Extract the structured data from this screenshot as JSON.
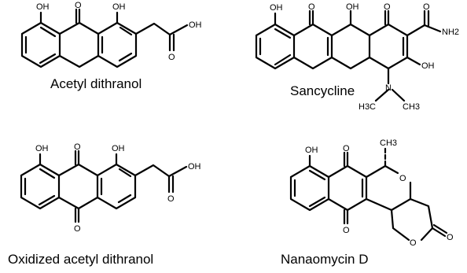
{
  "molecules": [
    {
      "name": "Acetyl dithranol",
      "atoms": {
        "oh1": "OH",
        "oh2": "OH",
        "o_keto": "O",
        "o_carbonyl": "O",
        "oh_acid": "OH"
      }
    },
    {
      "name": "Sancycline",
      "atoms": {
        "oh1": "OH",
        "o1": "O",
        "oh2": "OH",
        "o2": "O",
        "nh2": "NH2",
        "o_amide": "O",
        "oh3": "OH",
        "n": "N",
        "h3c": "H3C",
        "ch3": "CH3"
      }
    },
    {
      "name": "Oxidized acetyl dithranol",
      "atoms": {
        "oh1": "OH",
        "o_top": "O",
        "oh2": "OH",
        "oh_acid": "OH",
        "o_carbonyl": "O",
        "o_bottom": "O"
      }
    },
    {
      "name": "Nanaomycin D",
      "atoms": {
        "oh1": "OH",
        "o_top": "O",
        "ch3": "CH3",
        "o_ring": "O",
        "o_bottom": "O",
        "o_lactone": "O",
        "o_lactone_co": "O"
      }
    }
  ]
}
